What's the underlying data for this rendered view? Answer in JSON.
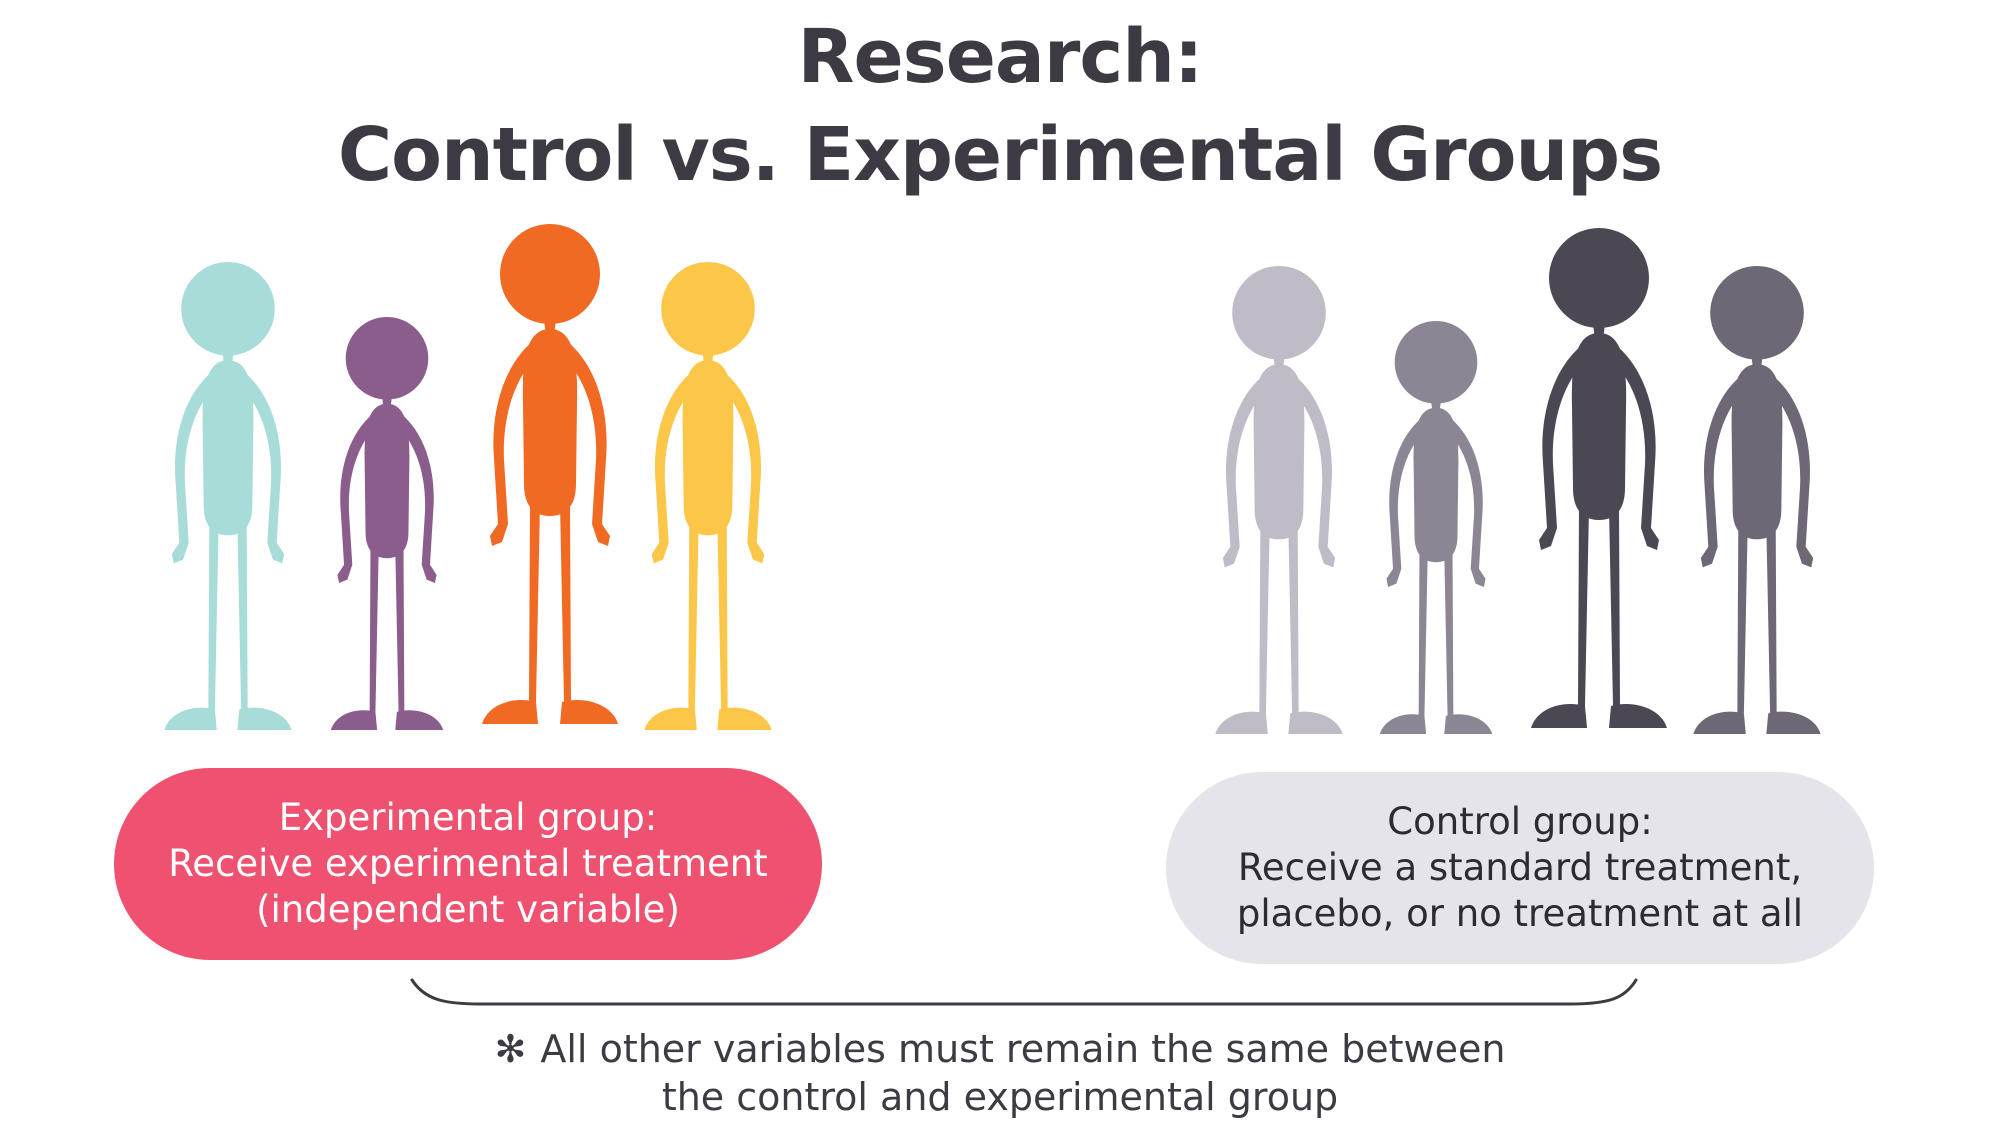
{
  "title": {
    "line1": "Research:",
    "line2": "Control vs. Experimental Groups"
  },
  "experimental_group": {
    "line1": "Experimental group:",
    "line2": "Receive experimental treatment",
    "line3": "(independent variable)",
    "pill_color": "#ee5270",
    "figure_colors": [
      "#a8dcd8",
      "#8a5d8c",
      "#f06a24",
      "#fcc648"
    ]
  },
  "control_group": {
    "line1": "Control group:",
    "line2": "Receive a standard treatment,",
    "line3": "placebo, or no treatment at all",
    "pill_color": "#e5e4ea",
    "figure_colors": [
      "#bfbcc8",
      "#8b8594",
      "#4b4753",
      "#6e6876"
    ]
  },
  "footnote": {
    "star": "✻",
    "line1": "All other variables must remain the same between",
    "line2": "the control and experimental group"
  }
}
